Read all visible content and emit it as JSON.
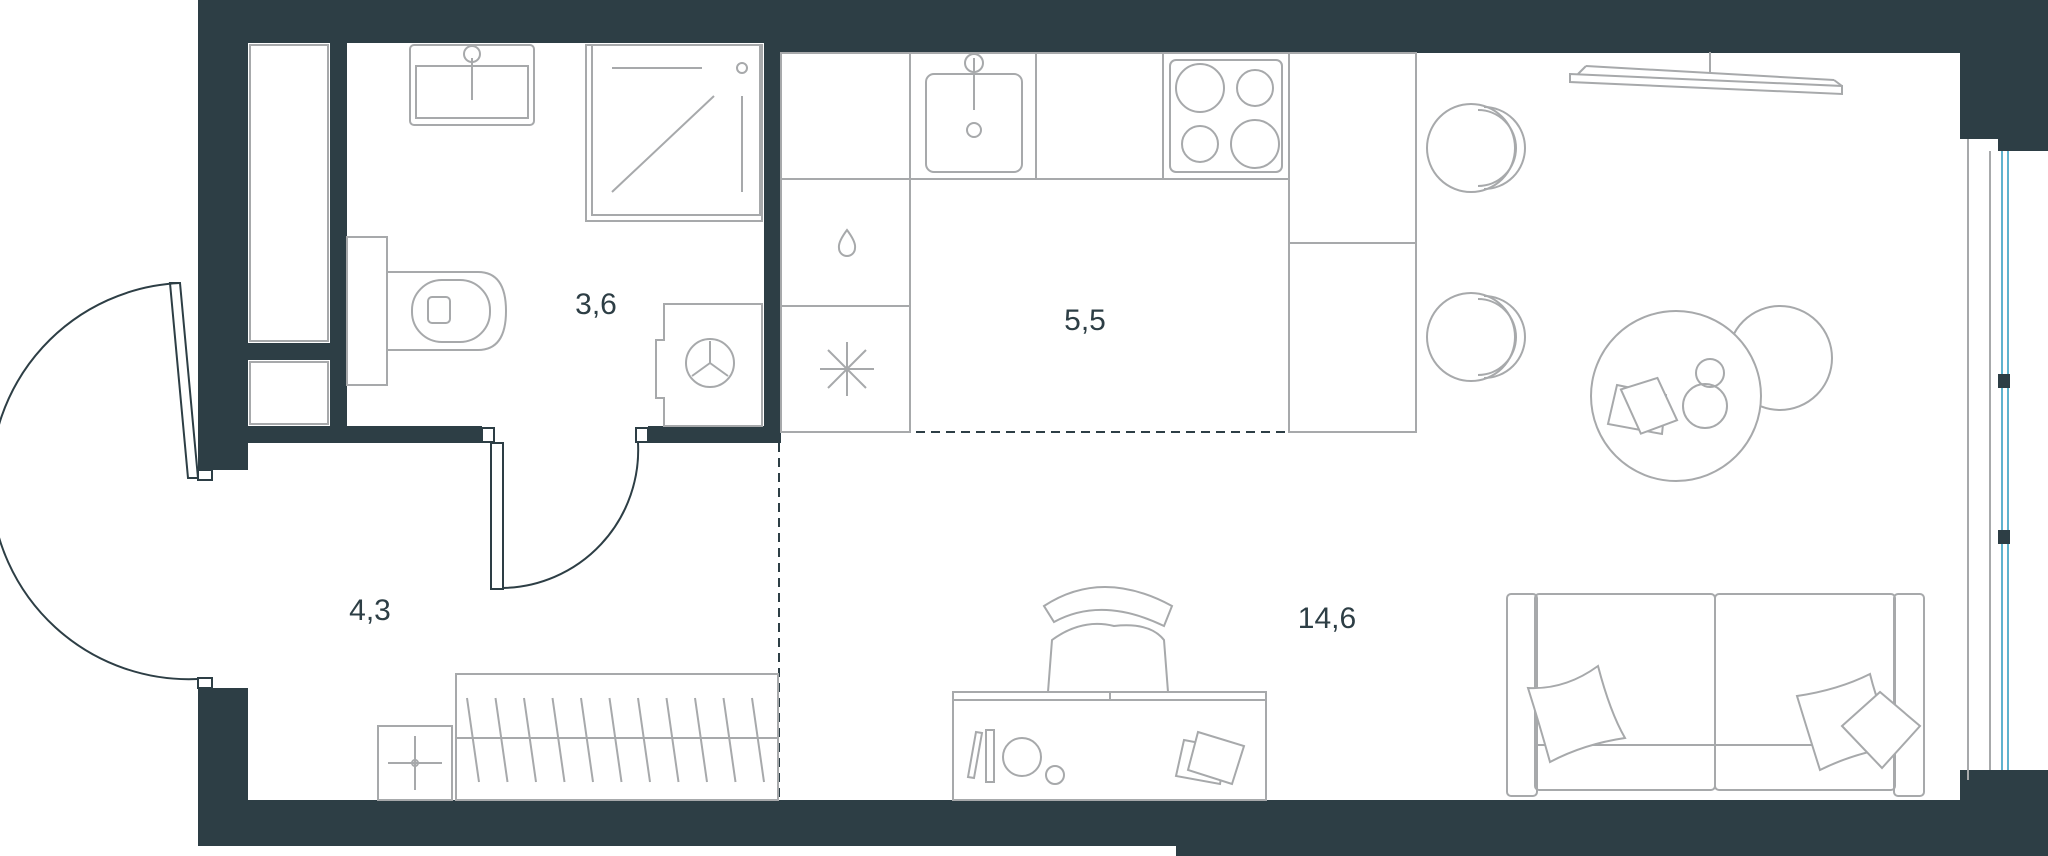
{
  "rooms": [
    {
      "id": "bathroom",
      "area": "3,6"
    },
    {
      "id": "kitchen",
      "area": "5,5"
    },
    {
      "id": "hall",
      "area": "4,3"
    },
    {
      "id": "living",
      "area": "14,6"
    }
  ],
  "colors": {
    "wall": "#2d3e45",
    "furniture_line": "#a7a9ab",
    "window_glass": "#5fb4cf",
    "background": "#ffffff"
  },
  "icons": [
    "sink-icon",
    "shower-icon",
    "toilet-icon",
    "washing-machine-icon",
    "kitchen-sink-icon",
    "cooktop-icon",
    "water-drop-icon",
    "ventilation-icon",
    "chair-icon",
    "round-table-icon",
    "desk-icon",
    "sofa-icon",
    "pillow-icon",
    "wardrobe-icon",
    "door-icon",
    "window-icon"
  ]
}
